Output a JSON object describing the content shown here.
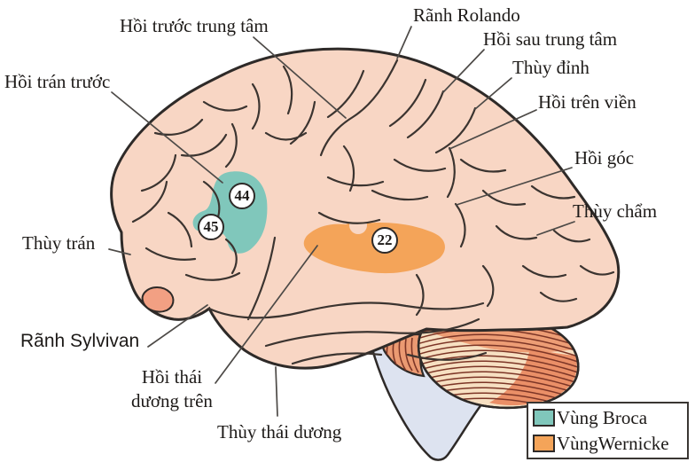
{
  "diagram": {
    "labels": {
      "precentral_gyrus": "Hồi trước trung tâm",
      "rolando_fissure": "Rãnh Rolando",
      "postcentral_gyrus": "Hồi sau trung tâm",
      "parietal_lobe": "Thùy đỉnh",
      "supramarginal_gyrus": "Hồi trên viền",
      "angular_gyrus": "Hồi góc",
      "occipital_lobe": "Thùy chẩm",
      "prefrontal_gyrus": "Hồi trán trước",
      "frontal_lobe": "Thùy trán",
      "sylvian_fissure": "Rãnh Sylvivan",
      "superior_temporal_gyrus_line1": "Hồi thái",
      "superior_temporal_gyrus_line2": "dương trên",
      "temporal_lobe": "Thùy thái dương"
    },
    "badges": {
      "broca_44": "44",
      "broca_45": "45",
      "wernicke_22": "22"
    },
    "legend": {
      "items": [
        {
          "label": "Vùng Broca",
          "color": "#80c7bb"
        },
        {
          "label": "VùngWernicke",
          "color": "#f4a459"
        }
      ]
    },
    "colors": {
      "brain_fill": "#f8d6c4",
      "outline": "#2e2a28",
      "broca_area": "#80c7bb",
      "wernicke_area": "#f4a459",
      "brainstem": "#dde3f0",
      "cerebellum_cream": "#f7e0c2",
      "cerebellum_salmon": "#ed9d75",
      "leader_line": "#4d4a47"
    }
  }
}
